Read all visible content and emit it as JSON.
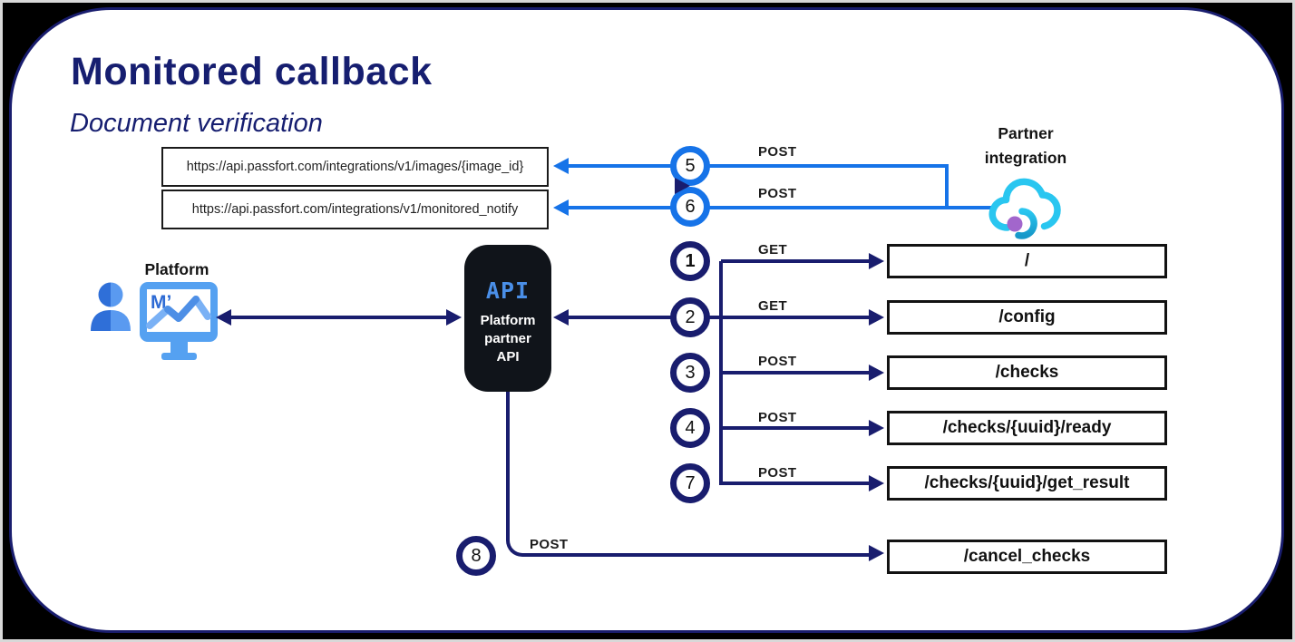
{
  "title": "Monitored callback",
  "subtitle": "Document verification",
  "platform": {
    "label": "Platform"
  },
  "partner": {
    "label_line1": "Partner",
    "label_line2": "integration"
  },
  "api_box": {
    "logo": "API",
    "name_line1": "Platform",
    "name_line2": "partner",
    "name_line3": "API"
  },
  "callbacks": [
    {
      "step": "5",
      "method": "POST",
      "url": "https://api.passfort.com/integrations/v1/images/{image_id}"
    },
    {
      "step": "6",
      "method": "POST",
      "url": "https://api.passfort.com/integrations/v1/monitored_notify"
    }
  ],
  "requests": [
    {
      "step": "1",
      "method": "GET",
      "endpoint": "/"
    },
    {
      "step": "2",
      "method": "GET",
      "endpoint": "/config"
    },
    {
      "step": "3",
      "method": "POST",
      "endpoint": "/checks"
    },
    {
      "step": "4",
      "method": "POST",
      "endpoint": "/checks/{uuid}/ready"
    },
    {
      "step": "7",
      "method": "POST",
      "endpoint": "/checks/{uuid}/get_result"
    },
    {
      "step": "8",
      "method": "POST",
      "endpoint": "/cancel_checks"
    }
  ],
  "colors": {
    "navy": "#191d6e",
    "blue": "#1673e8",
    "cloud_cyan": "#29c6f0",
    "swoosh_teal": "#1798c9",
    "dot_purple": "#a266cc",
    "api_blue": "#4a8fe8"
  }
}
